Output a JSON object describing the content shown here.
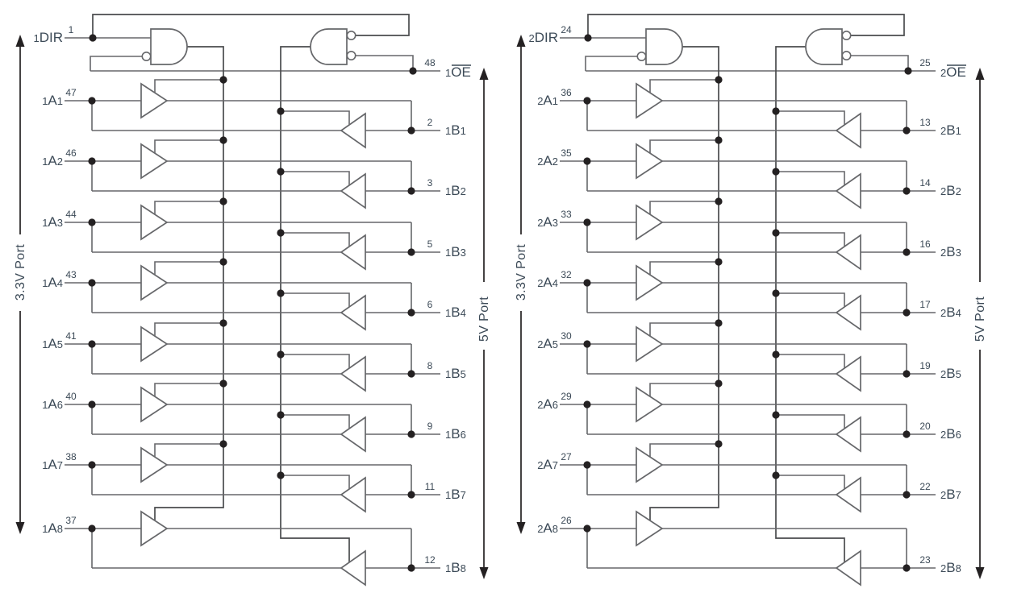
{
  "colors": {
    "wire_gray": "#66676a",
    "arrow_black": "#242122",
    "text_dark": "#3c4a57",
    "background": "#ffffff"
  },
  "halves": [
    {
      "dir_label": "1DIR",
      "dir_pin": "1",
      "oe_prefix": "1",
      "oe_label": "OE",
      "oe_pin": "48",
      "left_port_label": "3.3V Port",
      "right_port_label": "5V Port",
      "rows": [
        {
          "a_label": "1A1",
          "a_pin": "47",
          "b_label": "1B1",
          "b_pin": "2"
        },
        {
          "a_label": "1A2",
          "a_pin": "46",
          "b_label": "1B2",
          "b_pin": "3"
        },
        {
          "a_label": "1A3",
          "a_pin": "44",
          "b_label": "1B3",
          "b_pin": "5"
        },
        {
          "a_label": "1A4",
          "a_pin": "43",
          "b_label": "1B4",
          "b_pin": "6"
        },
        {
          "a_label": "1A5",
          "a_pin": "41",
          "b_label": "1B5",
          "b_pin": "8"
        },
        {
          "a_label": "1A6",
          "a_pin": "40",
          "b_label": "1B6",
          "b_pin": "9"
        },
        {
          "a_label": "1A7",
          "a_pin": "38",
          "b_label": "1B7",
          "b_pin": "11"
        },
        {
          "a_label": "1A8",
          "a_pin": "37",
          "b_label": "1B8",
          "b_pin": "12"
        }
      ]
    },
    {
      "dir_label": "2DIR",
      "dir_pin": "24",
      "oe_prefix": "2",
      "oe_label": "OE",
      "oe_pin": "25",
      "left_port_label": "3.3V Port",
      "right_port_label": "5V Port",
      "rows": [
        {
          "a_label": "2A1",
          "a_pin": "36",
          "b_label": "2B1",
          "b_pin": "13"
        },
        {
          "a_label": "2A2",
          "a_pin": "35",
          "b_label": "2B2",
          "b_pin": "14"
        },
        {
          "a_label": "2A3",
          "a_pin": "33",
          "b_label": "2B3",
          "b_pin": "16"
        },
        {
          "a_label": "2A4",
          "a_pin": "32",
          "b_label": "2B4",
          "b_pin": "17"
        },
        {
          "a_label": "2A5",
          "a_pin": "30",
          "b_label": "2B5",
          "b_pin": "19"
        },
        {
          "a_label": "2A6",
          "a_pin": "29",
          "b_label": "2B6",
          "b_pin": "20"
        },
        {
          "a_label": "2A7",
          "a_pin": "27",
          "b_label": "2B7",
          "b_pin": "22"
        },
        {
          "a_label": "2A8",
          "a_pin": "26",
          "b_label": "2B8",
          "b_pin": "23"
        }
      ]
    }
  ]
}
